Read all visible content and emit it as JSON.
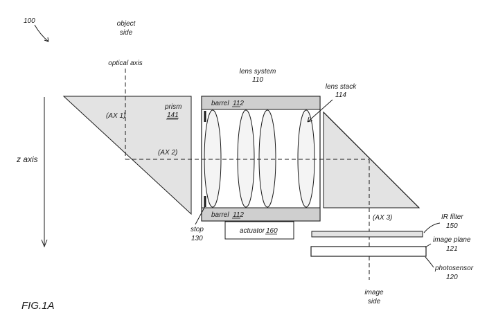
{
  "figure": {
    "ref_number": "100",
    "label": "FIG.1A"
  },
  "labels": {
    "object_side_line1": "object",
    "object_side_line2": "side",
    "image_side_line1": "image",
    "image_side_line2": "side",
    "optical_axis": "optical axis",
    "z_axis": "z axis",
    "lens_system_name": "lens system",
    "lens_system_num": "110",
    "lens_stack_name": "lens stack",
    "lens_stack_num": "114",
    "prism_name": "prism",
    "prism_num": "141",
    "barrel_name": "barrel",
    "barrel_num": "112",
    "ax1": "(AX 1)",
    "ax2": "(AX 2)",
    "ax3": "(AX 3)",
    "stop_name": "stop",
    "stop_num": "130",
    "actuator_name": "actuator",
    "actuator_num": "160",
    "ir_filter_name": "IR filter",
    "ir_filter_num": "150",
    "image_plane_name": "image plane",
    "image_plane_num": "121",
    "photosensor_name": "photosensor",
    "photosensor_num": "120"
  },
  "colors": {
    "line": "#1a1a1a",
    "prism_fill": "#e3e3e3",
    "barrel_fill": "#cfcfcf",
    "lens_fill": "#f4f4f4"
  }
}
